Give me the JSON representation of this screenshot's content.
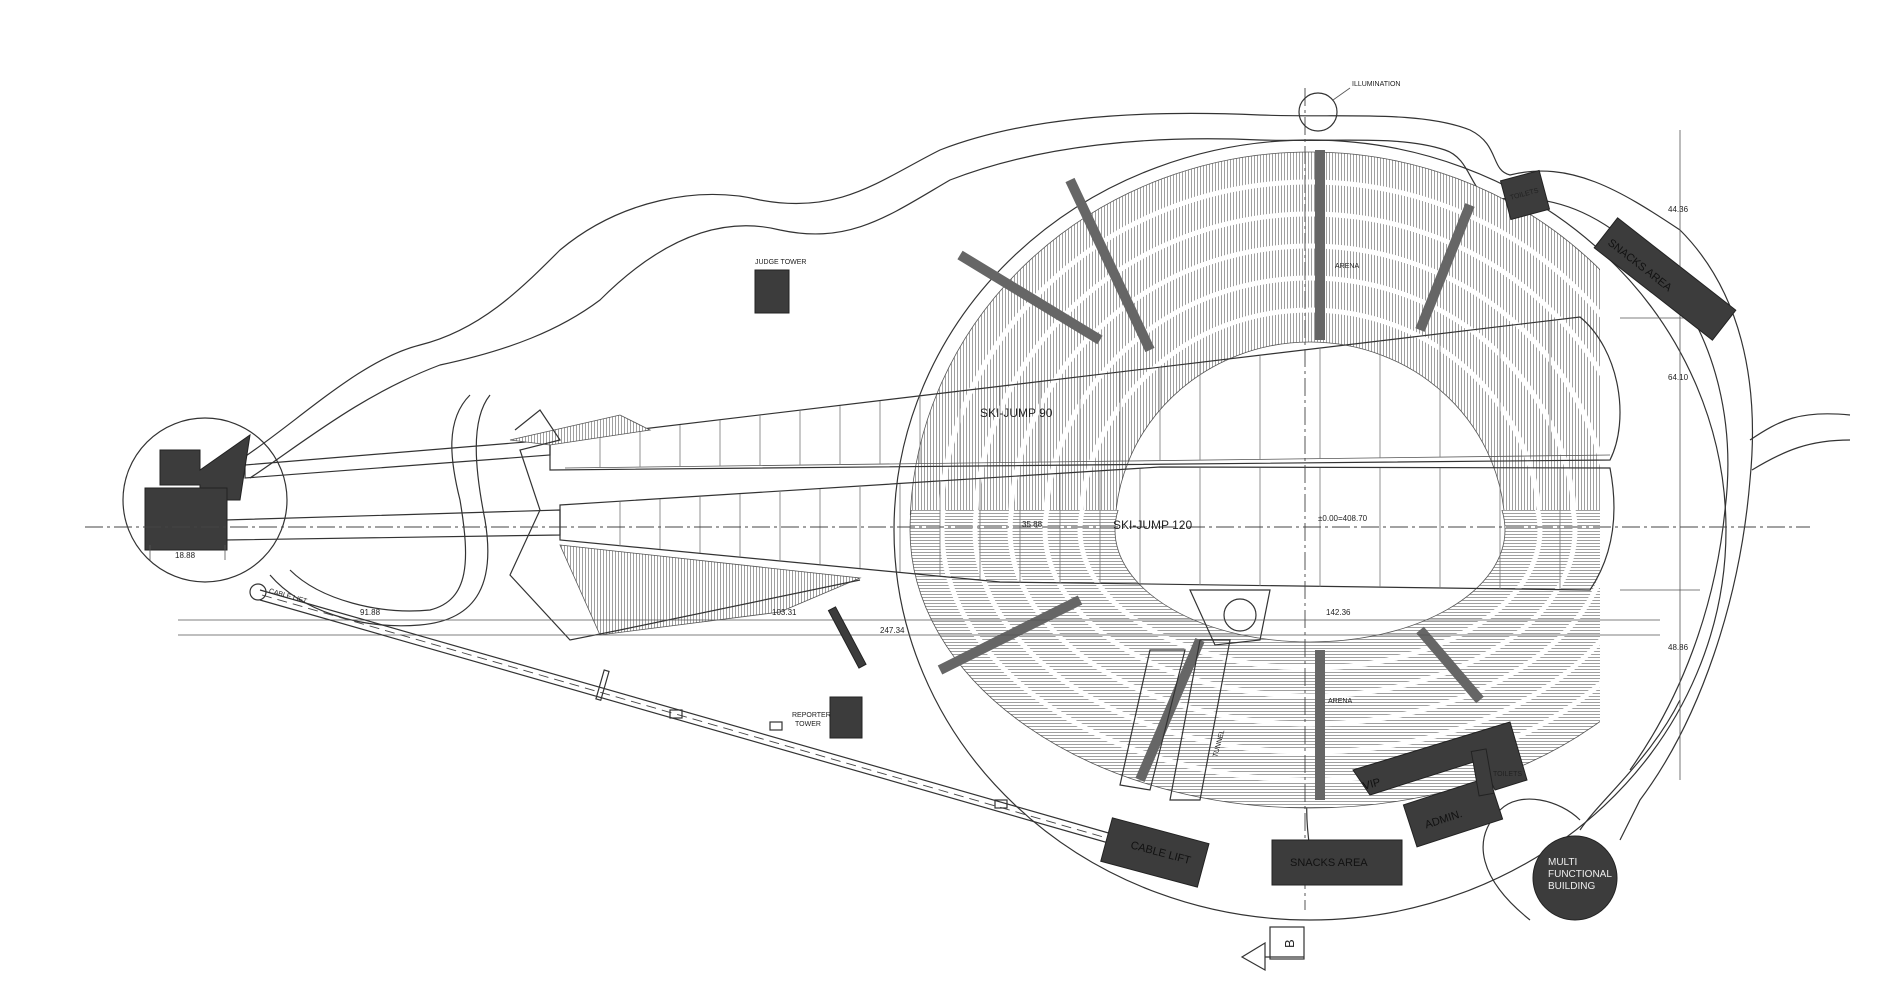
{
  "labels": {
    "illumination": "ILLUMINATION",
    "judge_tower": "JUDGE TOWER",
    "reporter_tower_1": "REPORTER",
    "reporter_tower_2": "TOWER",
    "arena_top": "ARENA",
    "arena_bottom": "ARENA",
    "ski_jump_90": "SKI-JUMP 90",
    "ski_jump_120": "SKI-JUMP 120",
    "snacks_area_right": "SNACKS AREA",
    "snacks_area_bottom": "SNACKS AREA",
    "cable_lift_building": "CABLE LIFT",
    "cable_lift_line": "CABLE LIFT",
    "vip": "VIP",
    "admin": "ADMIN.",
    "toilets_1": "TOILETS",
    "toilets_2": "TOILETS",
    "tunnel": "TUNNEL",
    "multi_1": "MULTI",
    "multi_2": "FUNCTIONAL",
    "multi_3": "BUILDING",
    "section_marker": "B"
  },
  "dimensions": {
    "d_4436": "44.36",
    "d_6410": "64.10",
    "d_4886": "48.86",
    "d_1888": "18.88",
    "d_9188": "91.88",
    "d_10331": "103.31",
    "d_24734": "247.34",
    "d_14236": "142.36",
    "d_3588": "35.88",
    "d_level": "±0.00=408.70"
  },
  "colors": {
    "line": "#333333",
    "building": "#3c3c3c",
    "seating": "#9a9a9a",
    "background": "#ffffff"
  }
}
